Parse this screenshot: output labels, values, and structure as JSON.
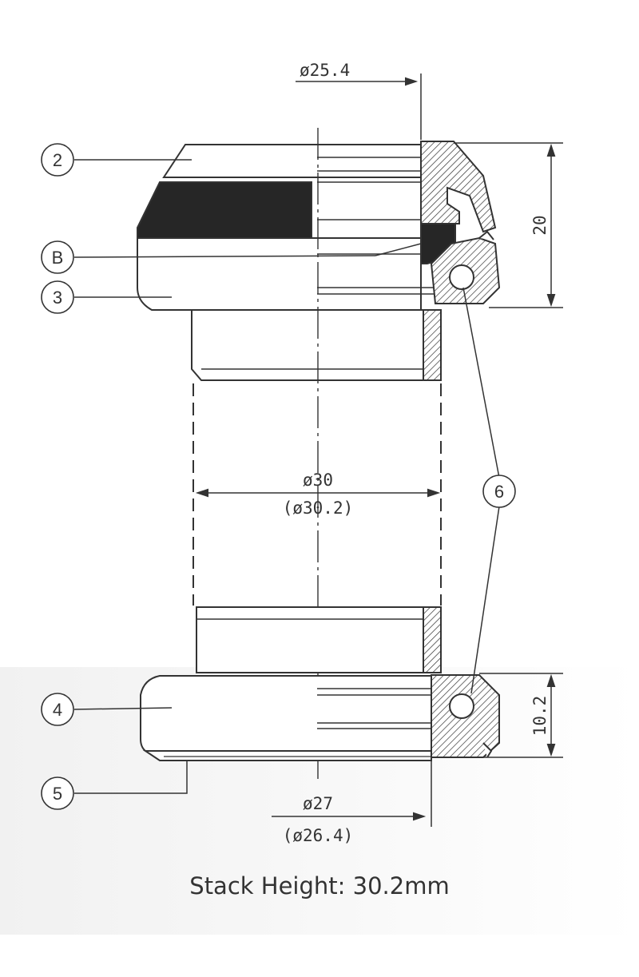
{
  "dimensions": {
    "top_bore": "ø25.4",
    "crown_seat": "ø30",
    "crown_seat_alt": "(ø30.2)",
    "bottom_bore": "ø27",
    "bottom_bore_alt": "(ø26.4)",
    "top_height": "20",
    "bottom_height": "10.2"
  },
  "callouts": [
    "2",
    "B",
    "3",
    "4",
    "5",
    "6"
  ],
  "caption": "Stack Height: 30.2mm",
  "colors": {
    "line": "#333333",
    "fill_dark": "#262626"
  }
}
